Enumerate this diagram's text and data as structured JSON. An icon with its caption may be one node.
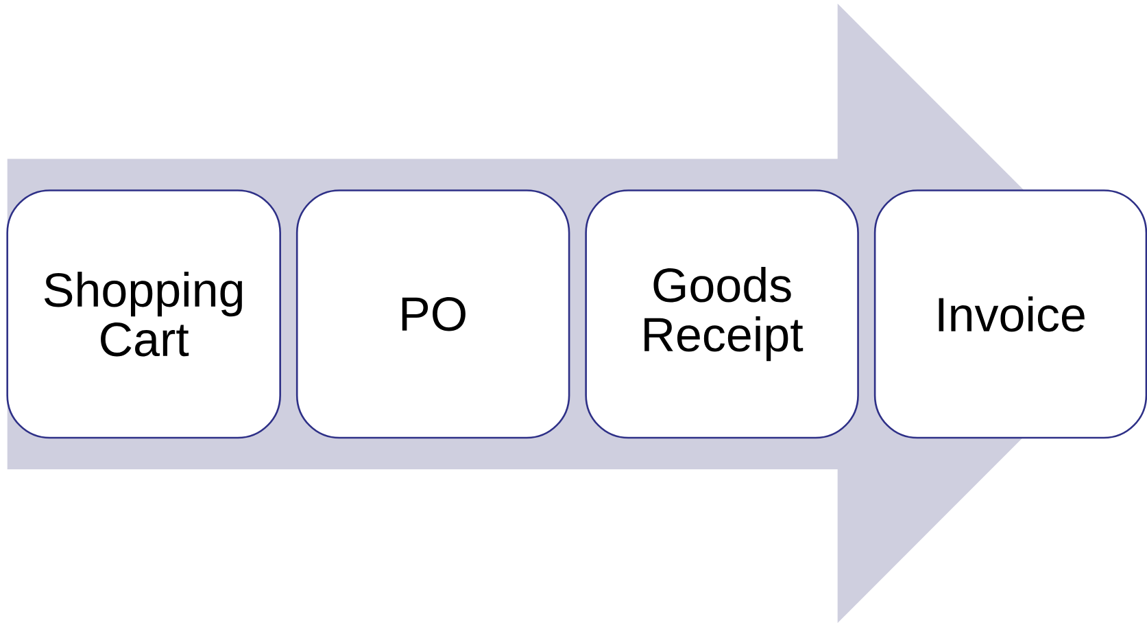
{
  "diagram": {
    "nodes": [
      {
        "text": [
          "Shopping Cart"
        ]
      },
      {
        "text": [
          "PO"
        ]
      },
      {
        "text": [
          "Goods Receipt"
        ]
      },
      {
        "text": [
          "Invoice"
        ]
      }
    ],
    "edges": [
      {
        "from": 0,
        "to": 3,
        "arrow": "to"
      }
    ]
  }
}
